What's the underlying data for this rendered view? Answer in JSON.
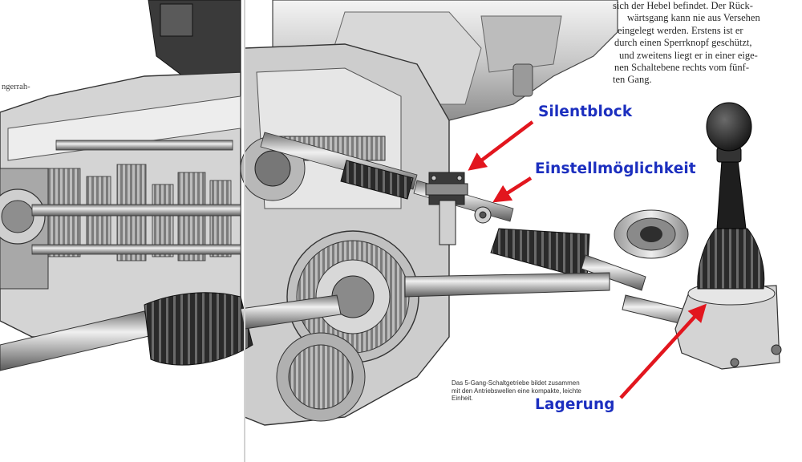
{
  "article": {
    "body_lines": [
      "sich der Hebel befindet. Der Rück-",
      "wärtsgang kann nie aus Versehen",
      "eingelegt werden. Erstens ist er",
      "durch einen Sperrknopf geschützt,",
      "und zweitens liegt er in einer eige-",
      "nen Schaltebene rechts vom fünf-",
      "ten Gang."
    ],
    "left_page_fragment": "ngerrah-",
    "caption_lines": [
      "Das 5-Gang-Schaltgetriebe bildet zusammen",
      "mit den Antriebswellen eine kompakte, leichte",
      "Einheit."
    ]
  },
  "callouts": {
    "silentblock": "Silentblock",
    "einstellmoeglichkeit": "Einstellmöglichkeit",
    "lagerung": "Lagerung"
  },
  "colors": {
    "callout_text": "#1c2fbf",
    "arrow": "#e2161e"
  }
}
